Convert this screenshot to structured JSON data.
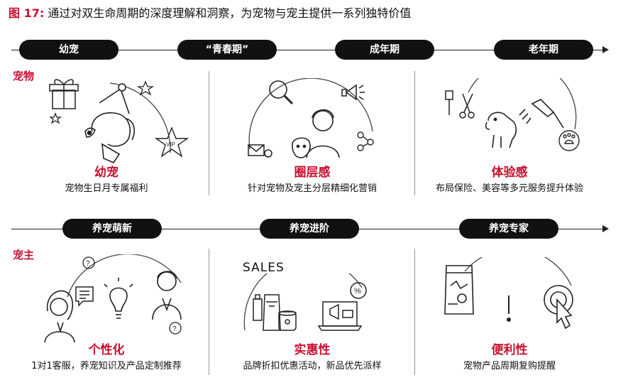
{
  "title": {
    "figure_label": "图 17:",
    "text": "通过对双生命周期的深度理解和洞察，为宠物与宠主提供一系列独特价值"
  },
  "rows": {
    "pet": {
      "label": "宠物"
    },
    "owner": {
      "label": "宠主"
    }
  },
  "pet_stages": [
    "幼宠",
    "“青春期”",
    "成年期",
    "老年期"
  ],
  "owner_stages": [
    "养宠萌新",
    "养宠进阶",
    "养宠专家"
  ],
  "pet_features": [
    {
      "name": "幼宠",
      "desc": "宠物生日月专属福利"
    },
    {
      "name": "圈层感",
      "desc": "针对宠物及宠主分层精细化营销"
    },
    {
      "name": "体验感",
      "desc": "布局保险、美容等多元服务提升体验"
    }
  ],
  "owner_features": [
    {
      "name": "个性化",
      "desc": "1对1客服，养宠知识及产品定制推荐"
    },
    {
      "name": "实惠性",
      "desc": "品牌折扣优惠活动，新品优先派样"
    },
    {
      "name": "便利性",
      "desc": "宠物产品周期复购提醒"
    }
  ],
  "illustration_text": {
    "sales": "SALES",
    "vip": "VIP",
    "percent": "%"
  },
  "icons": [
    "gift-icon",
    "star-icon",
    "puppy-party-hat-icon",
    "vip-star-icon",
    "magnifier-icon",
    "megaphone-icon",
    "mail-icon",
    "owner-with-dog-icon",
    "share-icon",
    "grooming-tools-icon",
    "dog-shower-icon",
    "paw-badge-icon",
    "question-icon",
    "woman-avatar-icon",
    "chat-bubble-icon",
    "lightbulb-icon",
    "man-avatar-icon",
    "pet-food-products-icon",
    "promo-laptop-icon",
    "food-bag-icon",
    "exclamation-icon",
    "tap-target-icon"
  ],
  "colors": {
    "accent": "#c8102e",
    "pill_bg": "#111111",
    "pill_text": "#ffffff",
    "line": "#222222"
  }
}
